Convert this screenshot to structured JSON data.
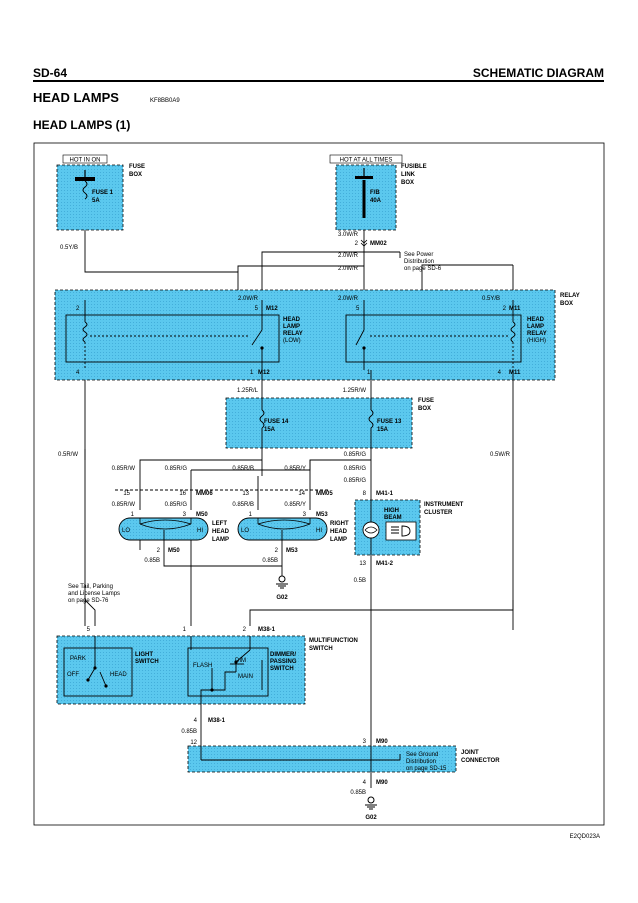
{
  "header": {
    "page_code": "SD-64",
    "section": "SCHEMATIC DIAGRAM",
    "title": "HEAD LAMPS",
    "doc_code": "KF8BB0A9",
    "subtitle": "HEAD LAMPS (1)"
  },
  "colors": {
    "fill": "#5bc8ee",
    "line": "#000000",
    "paper": "#ffffff"
  },
  "top": {
    "hot_in_on": "HOT IN ON",
    "fuse_box": [
      "FUSE",
      "BOX"
    ],
    "fuse1": [
      "FUSE 1",
      "5A"
    ],
    "hot_at_all": "HOT AT ALL TIMES",
    "fusible_link_box": [
      "FUSIBLE",
      "LINK",
      "BOX"
    ],
    "fb": [
      "F/B",
      "40A"
    ]
  },
  "wires": {
    "w_05yb": "0.5Y/B",
    "w_30wr": "3.0W/R",
    "mm02_pin": "2",
    "mm02": "MM02",
    "w_20wr_a": "2.0W/R",
    "w_20wr_b": "2.0W/R",
    "see_power": [
      "See Power",
      "Distribution",
      "on page SD-6"
    ]
  },
  "relay_box": {
    "label": [
      "RELAY",
      "BOX"
    ],
    "low": {
      "pin_top_left": "2",
      "wire_top": "2.0W/R",
      "pin_top_right": "5",
      "conn_top": "M12",
      "label": [
        "HEAD",
        "LAMP",
        "RELAY",
        "(LOW)"
      ],
      "pin_bot_left": "4",
      "pin_bot_right": "1",
      "conn_bot": "M12"
    },
    "high": {
      "wire_top_l": "2.0W/R",
      "wire_top_r": "0.5Y/B",
      "pin_top_left": "5",
      "pin_top_right": "2",
      "conn_top": "M11",
      "label": [
        "HEAD",
        "LAMP",
        "RELAY",
        "(HIGH)"
      ],
      "pin_bot_left": "1",
      "pin_bot_right": "4",
      "conn_bot": "M11"
    }
  },
  "mid": {
    "w_125rl": "1.25R/L",
    "w_125rw": "1.25R/W",
    "fuse_box2": [
      "FUSE",
      "BOX"
    ],
    "fuse14": [
      "FUSE 14",
      "15A"
    ],
    "fuse13": [
      "FUSE 13",
      "15A"
    ],
    "w_085rg_top": "0.85R/G",
    "w_05rw": "0.5R/W",
    "w_05wr": "0.5W/R"
  },
  "lamps": {
    "w_085rw": "0.85R/W",
    "w_085rg": "0.85R/G",
    "w_085rb": "0.85R/B",
    "w_085ry": "0.85R/Y",
    "w_085rg_r": "0.85R/G",
    "pin15": "15",
    "pin16": "16",
    "mm06": "MM06",
    "pin13": "13",
    "pin14": "14",
    "mm05": "MM05",
    "pin8": "8",
    "m41_1": "M41-1",
    "w_085rw_b": "0.85R/W",
    "w_085rg_b": "0.85R/G",
    "w_085rb_b": "0.85R/B",
    "w_085ry_b": "0.85R/Y",
    "w_085rg_c": "0.85R/G",
    "left_p1": "1",
    "left_p3": "3",
    "m50": "M50",
    "right_p1": "1",
    "right_p3": "3",
    "m53": "M53",
    "lo": "LO",
    "hi": "HI",
    "lo2": "LO",
    "hi2": "HI",
    "left_label": [
      "LEFT",
      "HEAD",
      "LAMP"
    ],
    "right_label": [
      "RIGHT",
      "HEAD",
      "LAMP"
    ],
    "left_p2": "2",
    "m50b": "M50",
    "right_p2": "2",
    "m53b": "M53",
    "w_085b_l": "0.85B",
    "w_085b_r": "0.85B",
    "g02": "G02",
    "cluster_label": [
      "INSTRUMENT",
      "CLUSTER"
    ],
    "high_beam": [
      "HIGH",
      "BEAM"
    ],
    "pin13b": "13",
    "m41_2": "M41-2",
    "w_05b": "0.5B"
  },
  "switch": {
    "see_tail": [
      "See Tail, Parking",
      "and License Lamps",
      "on page SD-76"
    ],
    "pin5": "5",
    "pin1": "1",
    "pin2": "2",
    "m38_1": "M38-1",
    "multi_label": [
      "MULTIFUNCTION",
      "SWITCH"
    ],
    "park": "PARK",
    "off": "OFF",
    "head": "HEAD",
    "light_switch": [
      "LIGHT",
      "SWITCH"
    ],
    "flash": "FLASH",
    "dim": "DIM",
    "main": "MAIN",
    "dimmer": [
      "DIMMER/",
      "PASSING",
      "SWITCH"
    ],
    "pin4": "4",
    "m38_1b": "M38-1",
    "w_085b": "0.85B",
    "pin12": "12"
  },
  "joint": {
    "pin3": "3",
    "m90": "M90",
    "see_ground": [
      "See Ground",
      "Distribution",
      "on page SD-15"
    ],
    "label": [
      "JOINT",
      "CONNECTOR"
    ],
    "pin4": "4",
    "m90b": "M90",
    "w_085b": "0.85B",
    "g02": "G02"
  },
  "footer": {
    "code": "E2QD023A"
  }
}
